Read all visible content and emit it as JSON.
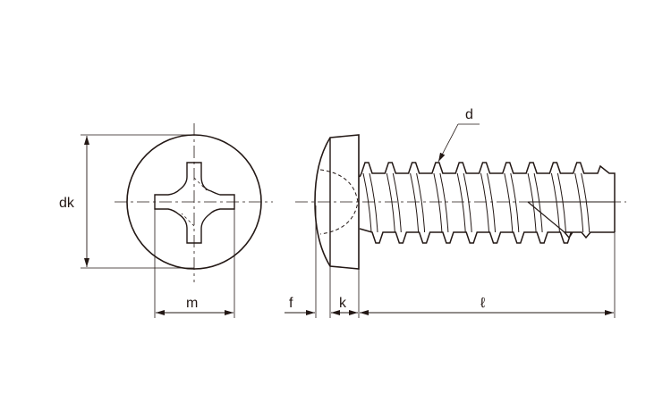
{
  "labels": {
    "head_diameter": "dk",
    "recess_width": "m",
    "f": "f",
    "head_height": "k",
    "length": "ℓ",
    "thread_diameter": "d"
  },
  "colors": {
    "line": "#231815",
    "background": "#ffffff"
  }
}
